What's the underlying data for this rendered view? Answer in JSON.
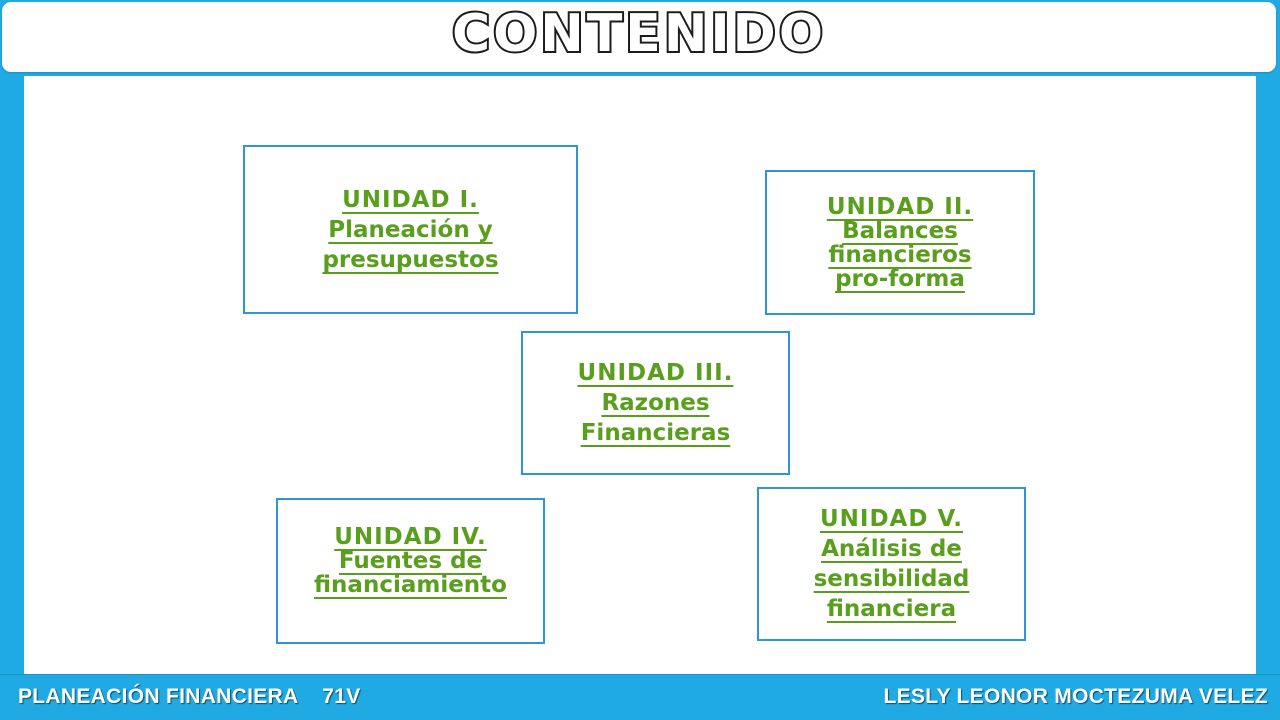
{
  "header": {
    "title": "CONTENIDO"
  },
  "units": [
    {
      "lines": [
        "UNIDAD I.",
        "Planeación y",
        "presupuestos"
      ]
    },
    {
      "lines": [
        "UNIDAD II.",
        "Balances",
        "financieros",
        "pro-forma"
      ]
    },
    {
      "lines": [
        "UNIDAD III.",
        "Razones",
        "Financieras"
      ]
    },
    {
      "lines": [
        "UNIDAD IV.",
        "Fuentes de",
        "financiamiento"
      ]
    },
    {
      "lines": [
        "UNIDAD V.",
        "Análisis de",
        "sensibilidad",
        "financiera"
      ]
    }
  ],
  "footer": {
    "course": "PLANEACIÓN FINANCIERA",
    "group": "71V",
    "author": "LESLY LEONOR MOCTEZUMA VELEZ"
  },
  "colors": {
    "background": "#1faae3",
    "link_text": "#5a9e1e",
    "box_border": "#2f96d4",
    "panel": "#ffffff"
  }
}
